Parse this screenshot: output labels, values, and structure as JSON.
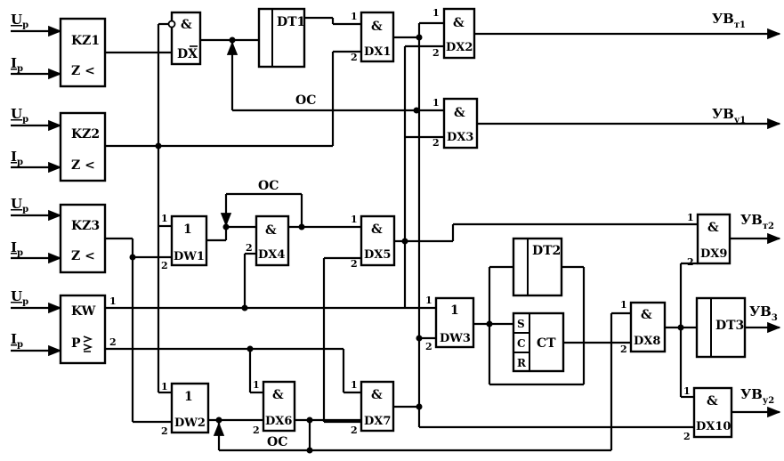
{
  "inputs": [
    {
      "u": "U",
      "us": "p",
      "i": "I",
      "is": "p"
    },
    {
      "u": "U",
      "us": "p",
      "i": "I",
      "is": "p"
    },
    {
      "u": "U",
      "us": "p",
      "i": "I",
      "is": "p"
    },
    {
      "u": "U",
      "us": "p",
      "i": "I",
      "is": "p"
    }
  ],
  "relays": {
    "kz1": {
      "name": "KZ1",
      "fn": "Z <"
    },
    "kz2": {
      "name": "KZ2",
      "fn": "Z <"
    },
    "kz3": {
      "name": "KZ3",
      "fn": "Z <"
    },
    "kw": {
      "name": "KW",
      "fn": "P",
      "port1": "1",
      "port2": "2"
    }
  },
  "gates": {
    "dx_bar": {
      "sym": "&",
      "name": "DX"
    },
    "dt1": {
      "name": "DT1"
    },
    "dx1": {
      "sym": "&",
      "name": "DX1",
      "in1": "1",
      "in2": "2"
    },
    "dx2": {
      "sym": "&",
      "name": "DX2",
      "in1": "1",
      "in2": "2"
    },
    "dx3": {
      "sym": "&",
      "name": "DX3",
      "in1": "1",
      "in2": "2"
    },
    "dw1": {
      "sym": "1",
      "name": "DW1",
      "in1": "1",
      "in2": "2"
    },
    "dx4": {
      "sym": "&",
      "name": "DX4",
      "in2": "2"
    },
    "dx5": {
      "sym": "&",
      "name": "DX5",
      "in1": "1",
      "in2": "2"
    },
    "dt2": {
      "name": "DT2"
    },
    "dw3": {
      "sym": "1",
      "name": "DW3",
      "in1": "1",
      "in2": "2"
    },
    "ct": {
      "s": "S",
      "c": "C",
      "r": "R",
      "name": "CT"
    },
    "dx8": {
      "sym": "&",
      "name": "DX8",
      "in1": "1",
      "in2": "2"
    },
    "dt3": {
      "name": "DT3"
    },
    "dx9": {
      "sym": "&",
      "name": "DX9",
      "in1": "1",
      "in2": "2"
    },
    "dx10": {
      "sym": "&",
      "name": "DX10",
      "in1": "1",
      "in2": "2"
    },
    "dw2": {
      "sym": "1",
      "name": "DW2",
      "in1": "1",
      "in2": "2"
    },
    "dx6": {
      "sym": "&",
      "name": "DX6",
      "in1": "1",
      "in2": "2"
    },
    "dx7": {
      "sym": "&",
      "name": "DX7",
      "in1": "1",
      "in2": "2"
    }
  },
  "feedback": {
    "oc_top": "OC",
    "oc_mid": "OC",
    "oc_bottom": "OC"
  },
  "outputs": {
    "uv_t1": {
      "main": "УВ",
      "sub": "т1"
    },
    "uv_y1": {
      "main": "УВ",
      "sub": "у1"
    },
    "uv_t2": {
      "main": "УВ",
      "sub": "т2"
    },
    "uv_3": {
      "main": "УВ",
      "sub": "3"
    },
    "uv_y2": {
      "main": "УВ",
      "sub": "у2"
    }
  }
}
